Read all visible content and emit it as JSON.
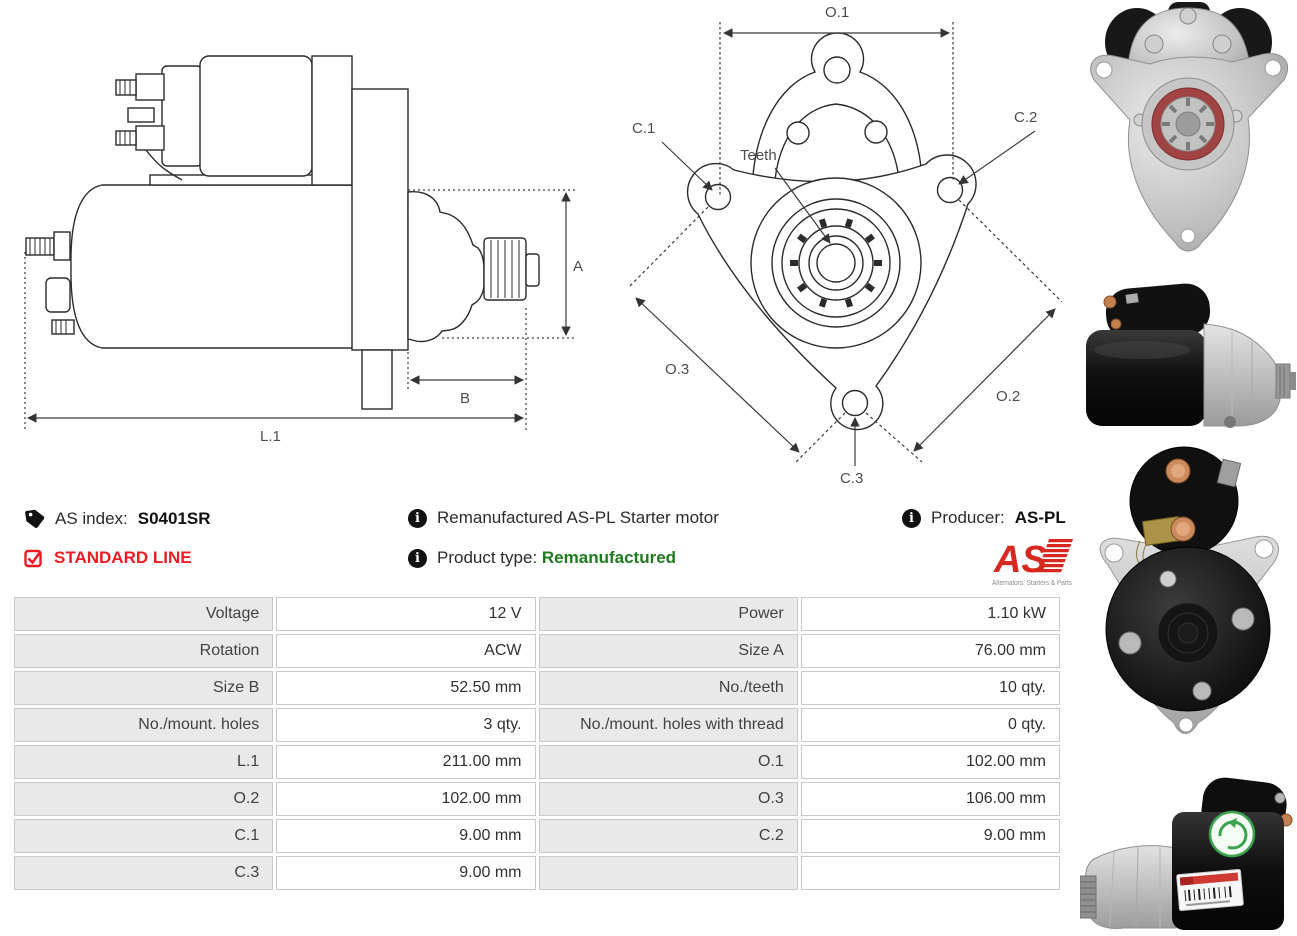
{
  "info": {
    "as_index_label": "AS index:",
    "as_index_value": "S0401SR",
    "standard_line": "STANDARD LINE",
    "description": "Remanufactured AS-PL Starter motor",
    "product_type_label": "Product type:",
    "product_type_value": "Remanufactured",
    "producer_label": "Producer:",
    "producer_value": "AS-PL",
    "logo_text": "AS",
    "logo_tagline": "Alternators, Starters & Parts"
  },
  "icons": {
    "tag": "tag-icon",
    "checkbox": "checkbox-checked-icon",
    "info": "info-icon"
  },
  "colors": {
    "accent_red": "#ed1c24",
    "logo_red": "#d6281e",
    "type_green": "#1e7b1e",
    "table_label_bg": "#e9e9e9",
    "table_border": "#c9c9c9",
    "drawing_line": "#2b2b2b",
    "dimension_text": "#4d4d4d"
  },
  "diagrams": {
    "side": {
      "a": "A",
      "b": "B",
      "l1": "L.1"
    },
    "front": {
      "o1": "O.1",
      "o2": "O.2",
      "o3": "O.3",
      "c1": "C.1",
      "c2": "C.2",
      "c3": "C.3",
      "teeth": "Teeth"
    }
  },
  "spec_table": {
    "rows": [
      [
        {
          "label": "Voltage",
          "value": "12 V"
        },
        {
          "label": "Power",
          "value": "1.10 kW"
        }
      ],
      [
        {
          "label": "Rotation",
          "value": "ACW"
        },
        {
          "label": "Size A",
          "value": "76.00 mm"
        }
      ],
      [
        {
          "label": "Size B",
          "value": "52.50 mm"
        },
        {
          "label": "No./teeth",
          "value": "10 qty."
        }
      ],
      [
        {
          "label": "No./mount. holes",
          "value": "3 qty."
        },
        {
          "label": "No./mount. holes with thread",
          "value": "0 qty."
        }
      ],
      [
        {
          "label": "L.1",
          "value": "211.00 mm"
        },
        {
          "label": "O.1",
          "value": "102.00 mm"
        }
      ],
      [
        {
          "label": "O.2",
          "value": "102.00 mm"
        },
        {
          "label": "O.3",
          "value": "106.00 mm"
        }
      ],
      [
        {
          "label": "C.1",
          "value": "9.00 mm"
        },
        {
          "label": "C.2",
          "value": "9.00 mm"
        }
      ],
      [
        {
          "label": "C.3",
          "value": "9.00 mm"
        },
        {
          "label": "",
          "value": ""
        }
      ]
    ]
  }
}
